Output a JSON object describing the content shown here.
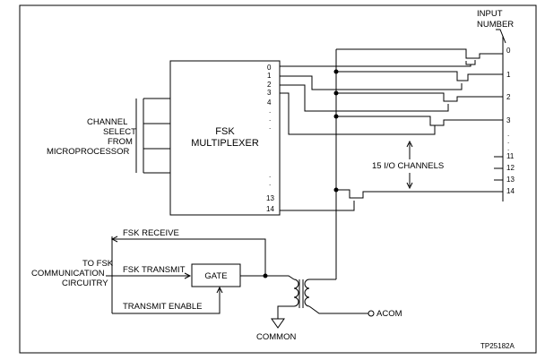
{
  "labels": {
    "input_number_line1": "INPUT",
    "input_number_line2": "NUMBER",
    "channel_select_line1": "CHANNEL",
    "channel_select_line2": "SELECT",
    "channel_select_line3": "FROM",
    "channel_select_line4": "MICROPROCESSOR",
    "fsk_mux_line1": "FSK",
    "fsk_mux_line2": "MULTIPLEXER",
    "io_channels": "15 I/O CHANNELS",
    "to_fsk_line1": "TO FSK",
    "to_fsk_line2": "COMMUNICATION",
    "to_fsk_line3": "CIRCUITRY",
    "fsk_receive": "FSK RECEIVE",
    "fsk_transmit": "FSK TRANSMIT",
    "transmit_enable": "TRANSMIT ENABLE",
    "gate": "GATE",
    "acom": "ACOM",
    "common": "COMMON",
    "figure_id": "TP25182A"
  },
  "mux_pins": {
    "p0": "0",
    "p1": "1",
    "p2": "2",
    "p3": "3",
    "p4": "4",
    "p13": "13",
    "p14": "14"
  },
  "inputs": {
    "i0": "0",
    "i1": "1",
    "i2": "2",
    "i3": "3",
    "i11": "11",
    "i12": "12",
    "i13": "13",
    "i14": "14"
  }
}
